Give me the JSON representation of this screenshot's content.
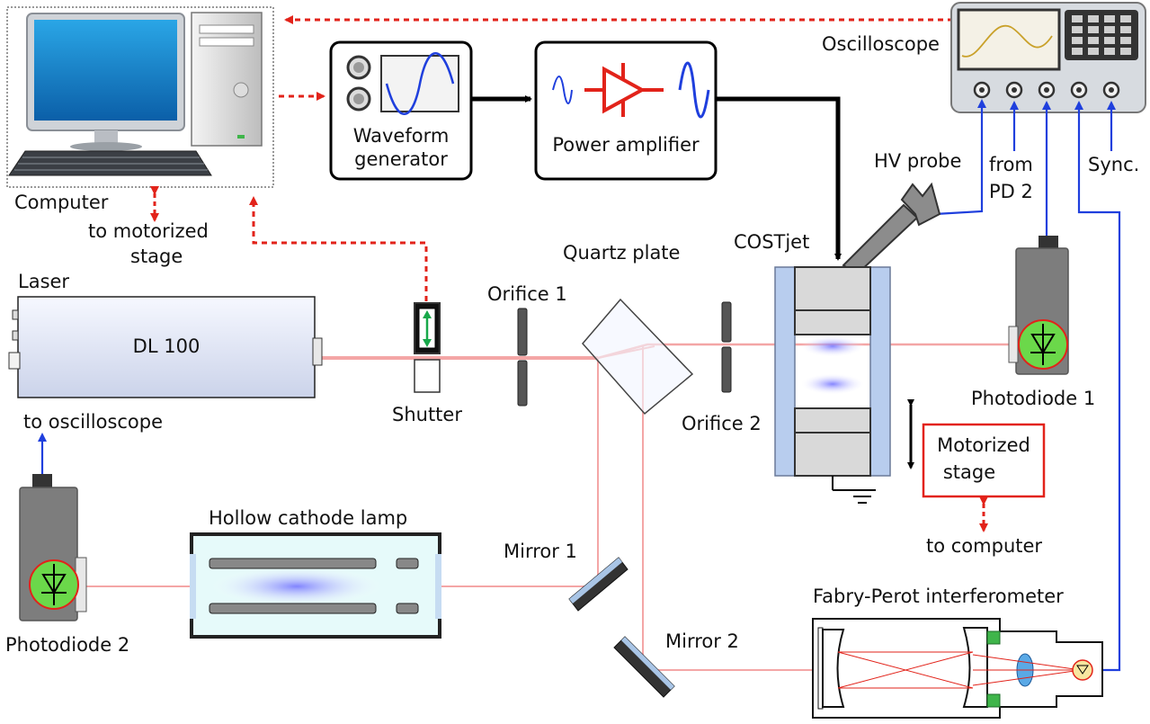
{
  "labels": {
    "computer": "Computer",
    "to_motorized_stage_1": "to motorized",
    "to_motorized_stage_2": "stage",
    "waveform_1": "Waveform",
    "waveform_2": "generator",
    "power_amplifier": "Power amplifier",
    "oscilloscope": "Oscilloscope",
    "hv_probe": "HV probe",
    "from_pd2_1": "from",
    "from_pd2_2": "PD 2",
    "sync": "Sync.",
    "costjet": "COSTjet",
    "quartz_plate": "Quartz plate",
    "laser": "Laser",
    "dl100": "DL 100",
    "orifice1": "Orifice 1",
    "orifice2": "Orifice 2",
    "shutter": "Shutter",
    "photodiode1": "Photodiode 1",
    "to_oscilloscope": "to oscilloscope",
    "motorized_stage_1": "Motorized",
    "motorized_stage_2": "stage",
    "to_computer": "to computer",
    "hollow_cathode_lamp": "Hollow cathode lamp",
    "mirror1": "Mirror 1",
    "mirror2": "Mirror 2",
    "photodiode2": "Photodiode 2",
    "fabry_perot": "Fabry-Perot interferometer"
  },
  "colors": {
    "beam": "#f4a6a6",
    "control_line": "#e2231a",
    "signal_line": "#1f3fdd",
    "power_line": "#000000",
    "plasma": "#7b7bff",
    "electrode": "#d9d9d9",
    "dielectric": "#b8cdee"
  }
}
